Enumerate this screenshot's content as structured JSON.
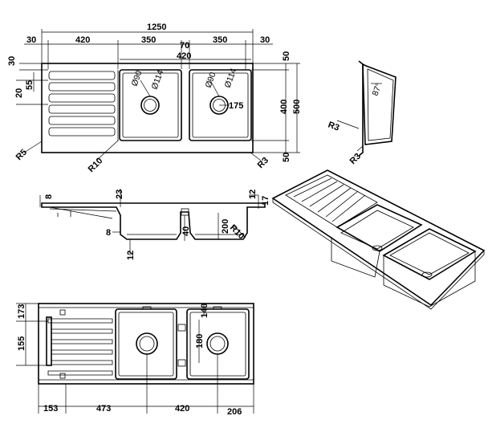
{
  "plan_view": {
    "overall_width": "1250",
    "margin_left": "30",
    "drainer_width": "420",
    "bowl_left_width": "350",
    "bowl_gap": "70",
    "bowl_right_width": "350",
    "margin_right": "30",
    "drainer_to_bowl": "420",
    "dim_30_top": "30",
    "dim_55": "55",
    "dim_20": "20",
    "radius_r5": "R5",
    "radius_r10": "R10",
    "radius_r3": "R3",
    "waste_left_90": "Ø90",
    "waste_left_114": "Ø114",
    "waste_right_90": "Ø90",
    "waste_right_114": "Ø114",
    "waste_offset": "175",
    "right_50_top": "50",
    "right_400": "400",
    "right_500": "500",
    "right_50_bottom": "50"
  },
  "side_view": {
    "r3_top": "R3",
    "r3_bottom": "R3",
    "angle": "87°"
  },
  "section_view": {
    "dim_8_top": "8",
    "dim_23": "23",
    "dim_12_top": "12",
    "dim_17": "17",
    "dim_8_left": "8",
    "dim_40": "40",
    "dim_200": "200",
    "radius_r10": "R10",
    "dim_12_bottom": "12"
  },
  "bottom_view": {
    "dim_173": "173",
    "dim_155": "155",
    "dim_140": "140",
    "dim_180": "180",
    "dim_153": "153",
    "dim_473": "473",
    "dim_420": "420",
    "dim_206": "206"
  }
}
